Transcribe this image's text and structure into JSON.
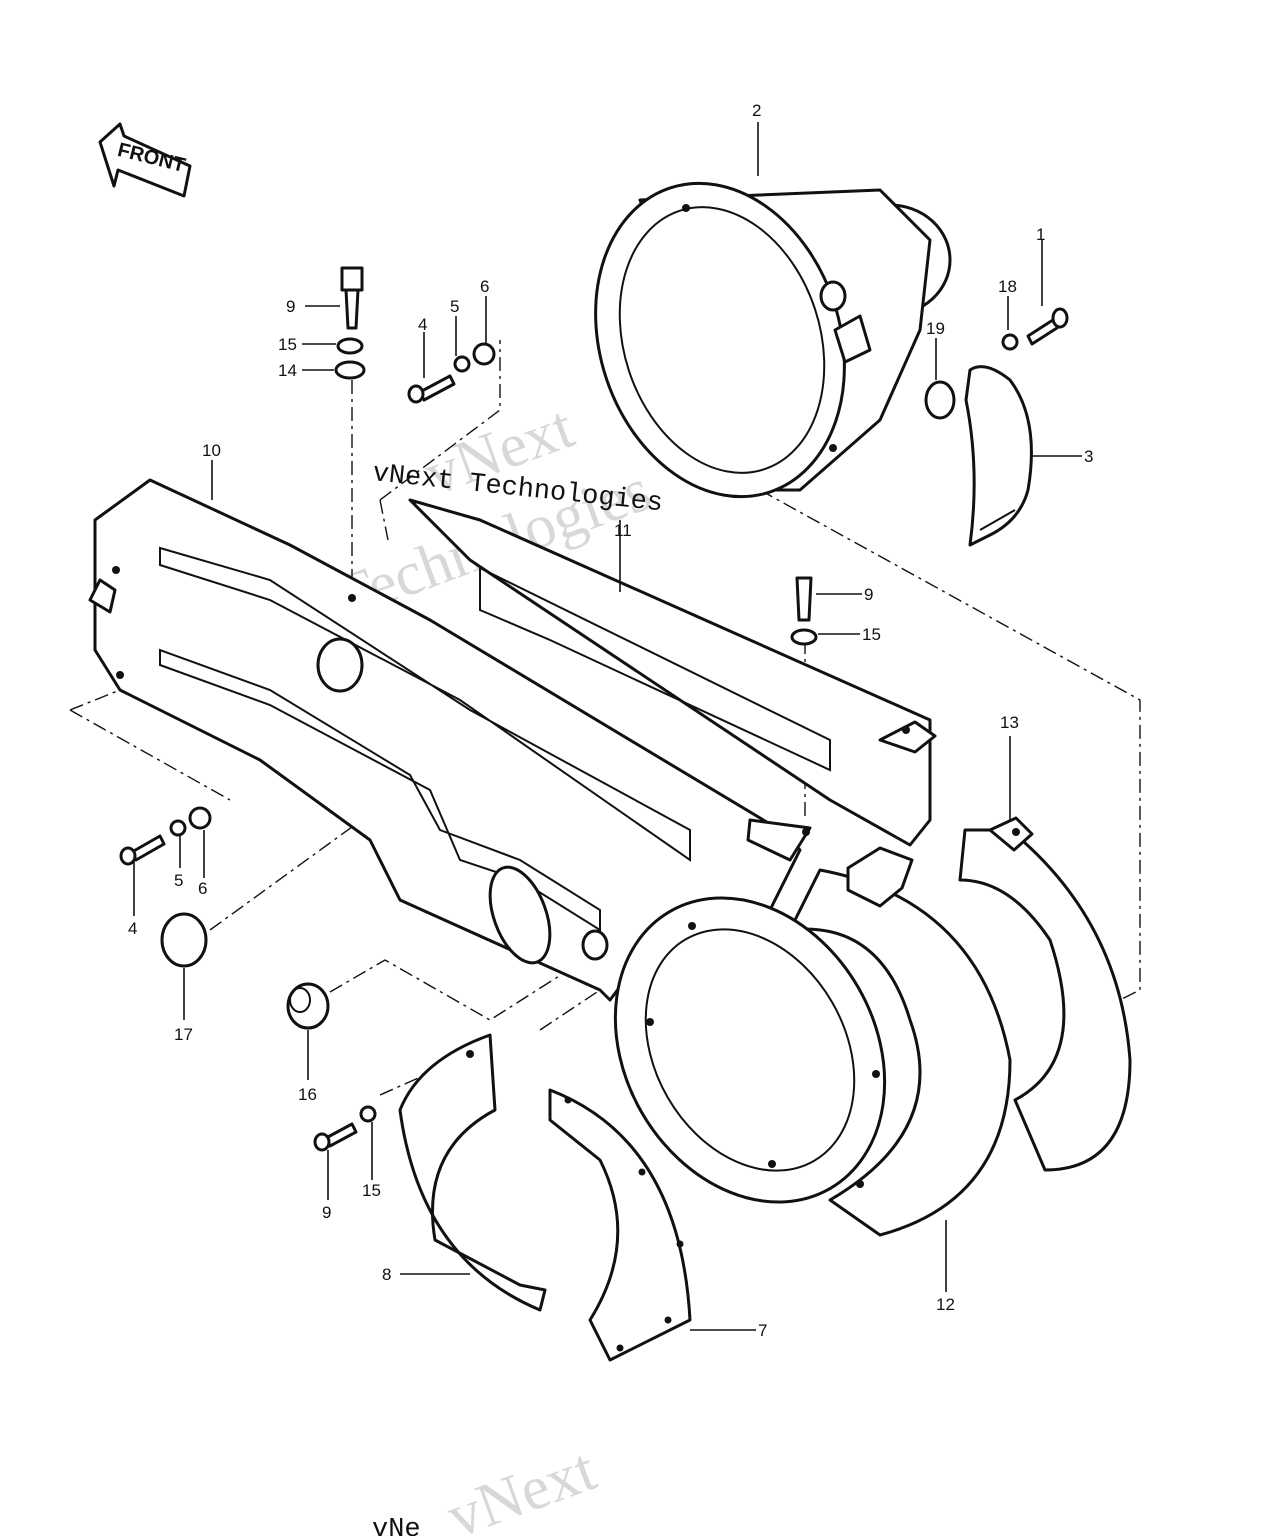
{
  "front_label": "FRONT",
  "watermark": {
    "line1": "vNext",
    "line2": "Technologies",
    "line3": "vNext Technologies",
    "bottom_fragment": "vNe"
  },
  "callouts": [
    {
      "id": "1",
      "label": "1"
    },
    {
      "id": "2",
      "label": "2"
    },
    {
      "id": "3",
      "label": "3"
    },
    {
      "id": "4a",
      "label": "4"
    },
    {
      "id": "5a",
      "label": "5"
    },
    {
      "id": "6a",
      "label": "6"
    },
    {
      "id": "4b",
      "label": "4"
    },
    {
      "id": "5b",
      "label": "5"
    },
    {
      "id": "6b",
      "label": "6"
    },
    {
      "id": "7",
      "label": "7"
    },
    {
      "id": "8",
      "label": "8"
    },
    {
      "id": "9a",
      "label": "9"
    },
    {
      "id": "9b",
      "label": "9"
    },
    {
      "id": "9c",
      "label": "9"
    },
    {
      "id": "10",
      "label": "10"
    },
    {
      "id": "11",
      "label": "11"
    },
    {
      "id": "12",
      "label": "12"
    },
    {
      "id": "13",
      "label": "13"
    },
    {
      "id": "14",
      "label": "14"
    },
    {
      "id": "15a",
      "label": "15"
    },
    {
      "id": "15b",
      "label": "15"
    },
    {
      "id": "15c",
      "label": "15"
    },
    {
      "id": "16",
      "label": "16"
    },
    {
      "id": "17",
      "label": "17"
    },
    {
      "id": "18",
      "label": "18"
    },
    {
      "id": "19",
      "label": "19"
    }
  ]
}
